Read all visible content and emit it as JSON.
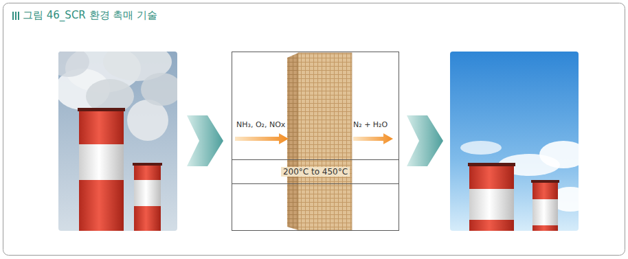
{
  "diagram": {
    "title": "그림 46_SCR 환경 촉매 기술",
    "nodes": [
      {
        "text": [
          "NH₃, O₂, NOx",
          "N₂ + H₂O"
        ]
      },
      {
        "text": [
          "200°C to 450°C"
        ],
        "in": 0
      }
    ]
  }
}
